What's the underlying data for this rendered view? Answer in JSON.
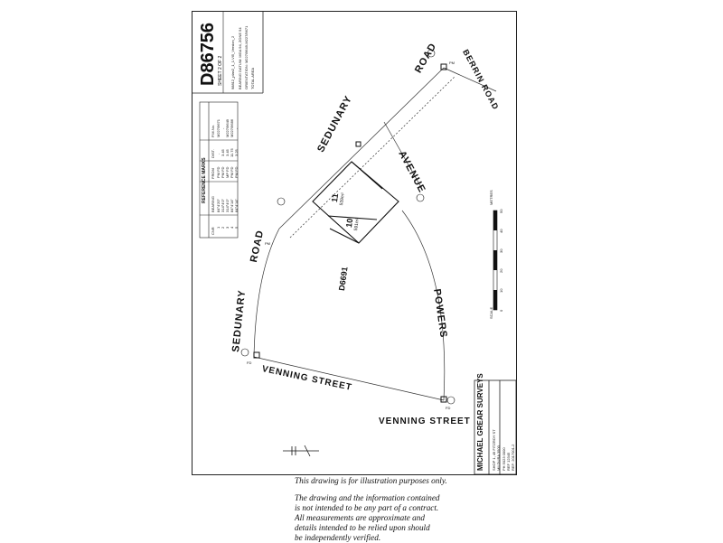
{
  "plan": {
    "number": "D86756",
    "sheet": "SHEET 2 OF 2",
    "datum_lines": [
      "98812_plan2_1_1.VI5_Version_2",
      "BEARING DATUM: MGA 94, ZONE 54",
      "ORIENTATION: M227/9649-M227/9671",
      "TOTAL AREA"
    ],
    "deposited_plan": "D6691",
    "surveyor": {
      "name": "MICHAEL GREAR SURVEYS",
      "lines": [
        "SHOP 1, 49 FITZROY ST",
        "MILDURA 3500",
        "PH 5023 0000",
        "REF 12345"
      ],
      "ref": "REF: 2017001-2"
    }
  },
  "reference_marks": {
    "title": "REFERENCE MARKS",
    "headers": [
      "CNR",
      "BEARING",
      "FROM",
      "DIST.",
      "P.M.No."
    ],
    "rows": [
      [
        "1",
        "84°4'20\"",
        "PM FD",
        "-",
        "M227/9671"
      ],
      [
        "2",
        "314°4'0\"",
        "PM FD",
        "3.45",
        "-"
      ],
      [
        "3",
        "314°4'0\"",
        "MP FD",
        "3.45",
        "M227/9649"
      ],
      [
        "4",
        "84°4'14\"",
        "PM FD",
        "11.75",
        "M227/9686"
      ],
      [
        "5",
        "84°4'14\"",
        "PM FD",
        "3.25",
        "-"
      ]
    ]
  },
  "roads": {
    "road_top": "ROAD",
    "berrin_road": "BERRIN ROAD",
    "sedunary_top": "SEDUNARY",
    "avenue": "AVENUE",
    "powers": "POWERS",
    "road_left": "ROAD",
    "sedunary_left": "SEDUNARY",
    "venning_left": "VENNING STREET",
    "venning_bottom": "VENNING STREET"
  },
  "allotments": [
    {
      "number": "11",
      "area": "539m²"
    },
    {
      "number": "10",
      "area": "591m²"
    }
  ],
  "scale": {
    "label": "SCALE",
    "units": "METRES",
    "ticks": [
      "0",
      "10",
      "20",
      "30",
      "40",
      "50"
    ]
  },
  "marks_labels": {
    "pm": "PM",
    "fd": "FD"
  },
  "disclaimer": {
    "line1": "This drawing is for illustration purposes only.",
    "para": [
      "The drawing and the information contained",
      "is not intended to be any part of a contract.",
      "All measurements are approximate and",
      "details intended to be relied upon should",
      "be independently verified."
    ]
  }
}
